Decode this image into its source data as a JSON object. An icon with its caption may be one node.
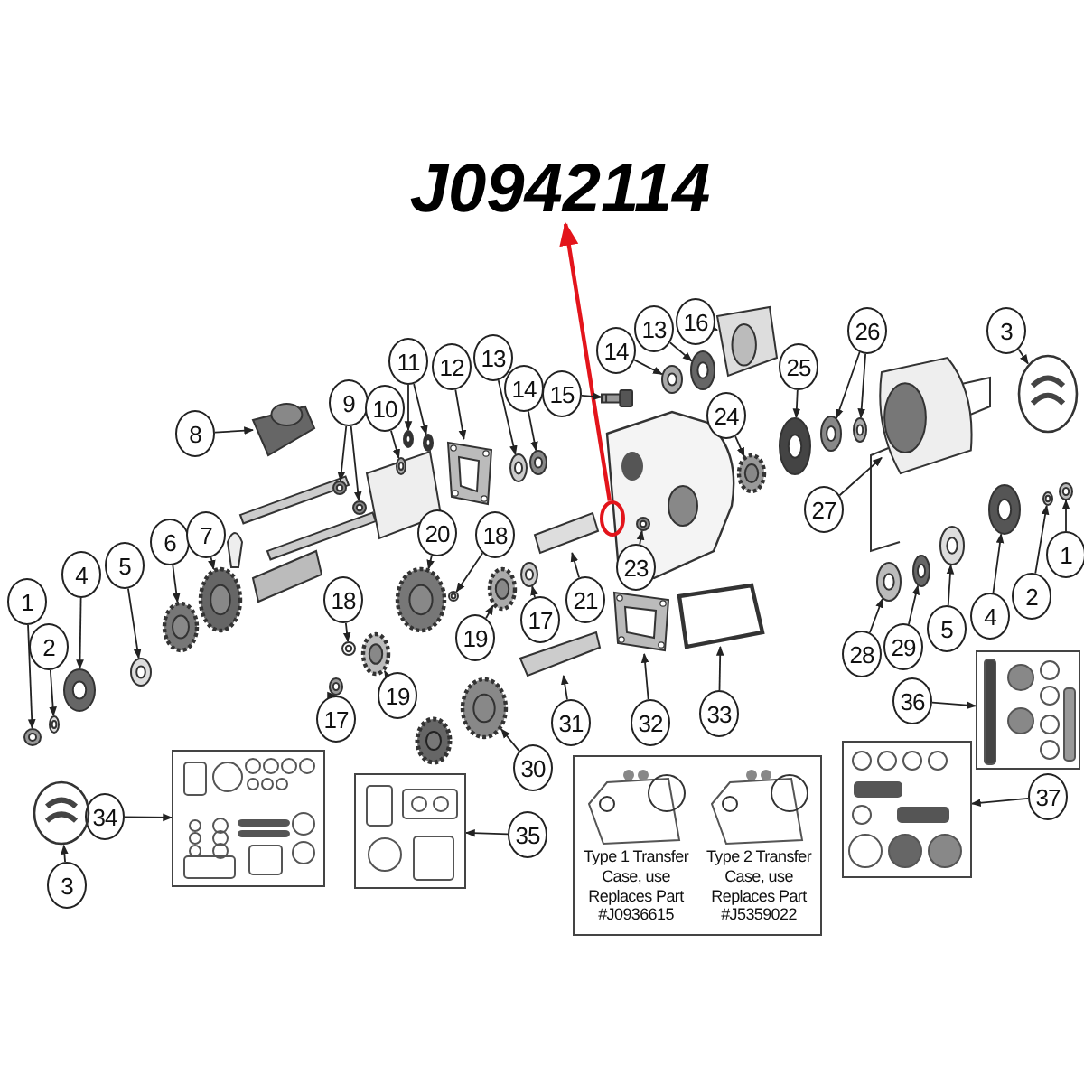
{
  "diagram": {
    "nodes": [
      {
        "text": [
          "J0942114"
        ]
      },
      {
        "text": [
          "1"
        ]
      },
      {
        "text": [
          "2"
        ]
      },
      {
        "text": [
          "4"
        ]
      },
      {
        "text": [
          "5"
        ]
      },
      {
        "text": [
          "6"
        ]
      },
      {
        "text": [
          "7"
        ]
      },
      {
        "text": [
          "8"
        ]
      },
      {
        "text": [
          "9"
        ]
      },
      {
        "text": [
          "10"
        ]
      },
      {
        "text": [
          "11"
        ]
      },
      {
        "text": [
          "12"
        ]
      },
      {
        "text": [
          "13"
        ]
      },
      {
        "text": [
          "14"
        ]
      },
      {
        "text": [
          "13"
        ]
      },
      {
        "text": [
          "16"
        ]
      },
      {
        "text": [
          "14"
        ]
      },
      {
        "text": [
          "15"
        ]
      },
      {
        "text": [
          "25"
        ]
      },
      {
        "text": [
          "26"
        ]
      },
      {
        "text": [
          "3"
        ]
      },
      {
        "text": [
          "24"
        ]
      },
      {
        "text": [
          "18"
        ]
      },
      {
        "text": [
          "20"
        ]
      },
      {
        "text": [
          "27"
        ]
      },
      {
        "text": [
          "23"
        ]
      },
      {
        "text": [
          "1"
        ]
      },
      {
        "text": [
          "2"
        ]
      },
      {
        "text": [
          "18"
        ]
      },
      {
        "text": [
          "21"
        ]
      },
      {
        "text": [
          "17"
        ]
      },
      {
        "text": [
          "4"
        ]
      },
      {
        "text": [
          "5"
        ]
      },
      {
        "text": [
          "19"
        ]
      },
      {
        "text": [
          "29"
        ]
      },
      {
        "text": [
          "28"
        ]
      },
      {
        "text": [
          "19"
        ]
      },
      {
        "text": [
          "36"
        ]
      },
      {
        "text": [
          "17"
        ]
      },
      {
        "text": [
          "31"
        ]
      },
      {
        "text": [
          "32"
        ]
      },
      {
        "text": [
          "33"
        ]
      },
      {
        "text": [
          "30"
        ]
      },
      {
        "text": [
          "37"
        ]
      },
      {
        "text": [
          "34"
        ]
      },
      {
        "text": [
          "35"
        ]
      },
      {
        "text": [
          "3"
        ]
      },
      {
        "text": [],
        "shape": "box"
      },
      {
        "text": [],
        "shape": "box"
      },
      {
        "text": [
          "Type 1 Transfer Case, use Replaces Part #J0936615",
          "Type 2 Transfer Case, use Replaces Part #J5359022"
        ]
      },
      {
        "text": [],
        "shape": "box"
      },
      {
        "text": [],
        "shape": "box"
      },
      {
        "text": [],
        "shape": "circle"
      },
      {
        "text": [],
        "shape": "picture"
      },
      {
        "text": [],
        "shape": "picture"
      },
      {
        "text": [],
        "shape": "picture"
      },
      {
        "text": [],
        "shape": "picture"
      },
      {
        "text": [],
        "shape": "picture"
      },
      {
        "text": [],
        "shape": "picture"
      },
      {
        "text": [],
        "shape": "picture"
      },
      {
        "text": [],
        "shape": "picture"
      },
      {
        "text": [],
        "shape": "picture"
      },
      {
        "text": [],
        "shape": "picture"
      },
      {
        "text": [],
        "shape": "picture"
      },
      {
        "text": [],
        "shape": "picture"
      },
      {
        "text": [],
        "shape": "picture"
      },
      {
        "text": [],
        "shape": "picture"
      },
      {
        "text": [],
        "shape": "picture"
      },
      {
        "text": [],
        "shape": "picture"
      },
      {
        "text": [],
        "shape": "picture"
      },
      {
        "text": [],
        "shape": "picture"
      },
      {
        "text": [],
        "shape": "picture"
      },
      {
        "text": [],
        "shape": "picture"
      },
      {
        "text": [],
        "shape": "picture"
      },
      {
        "text": [],
        "shape": "picture"
      },
      {
        "text": [],
        "shape": "picture"
      },
      {
        "text": [],
        "shape": "picture"
      },
      {
        "text": [],
        "shape": "picture"
      },
      {
        "text": [],
        "shape": "picture"
      },
      {
        "text": [],
        "shape": "picture"
      },
      {
        "text": [],
        "shape": "picture"
      },
      {
        "text": [],
        "shape": "picture"
      },
      {
        "text": [],
        "shape": "picture"
      },
      {
        "text": [],
        "shape": "picture"
      },
      {
        "text": [],
        "shape": "picture"
      },
      {
        "text": [],
        "shape": "picture"
      },
      {
        "text": [],
        "shape": "picture"
      },
      {
        "text": [],
        "shape": "picture"
      },
      {
        "text": [],
        "shape": "picture"
      },
      {
        "text": [],
        "shape": "picture"
      },
      {
        "text": [],
        "shape": "picture"
      },
      {
        "text": [],
        "shape": "picture"
      },
      {
        "text": [],
        "shape": "picture"
      },
      {
        "text": [],
        "shape": "picture"
      },
      {
        "text": [],
        "shape": "picture"
      },
      {
        "text": [],
        "shape": "picture"
      },
      {
        "text": [],
        "shape": "picture"
      },
      {
        "text": [],
        "shape": "picture"
      }
    ],
    "edges": [
      {
        "from": 52,
        "to": 0,
        "arrow": "to",
        "color": "#e3141b"
      },
      {
        "from": 1,
        "to": 53,
        "arrow": "to"
      },
      {
        "from": 2,
        "to": 54,
        "arrow": "to"
      },
      {
        "from": 3,
        "to": 55,
        "arrow": "to"
      },
      {
        "from": 4,
        "to": 56,
        "arrow": "to"
      },
      {
        "from": 5,
        "to": 57,
        "arrow": "to"
      },
      {
        "from": 6,
        "to": 58,
        "arrow": "to"
      },
      {
        "from": 7,
        "to": 59,
        "arrow": "to"
      },
      {
        "from": 8,
        "to": 60,
        "arrow": "to"
      },
      {
        "from": 8,
        "to": 61,
        "arrow": "to"
      },
      {
        "from": 9,
        "to": 62,
        "arrow": "to"
      },
      {
        "from": 10,
        "to": 63,
        "arrow": "to"
      },
      {
        "from": 10,
        "to": 64,
        "arrow": "to"
      },
      {
        "from": 11,
        "to": 65,
        "arrow": "to"
      },
      {
        "from": 12,
        "to": 66,
        "arrow": "to"
      },
      {
        "from": 13,
        "to": 67,
        "arrow": "to"
      },
      {
        "from": 14,
        "to": 68,
        "arrow": "to"
      },
      {
        "from": 15,
        "to": 69,
        "arrow": "to"
      },
      {
        "from": 16,
        "to": 70,
        "arrow": "to"
      },
      {
        "from": 17,
        "to": 71,
        "arrow": "to"
      },
      {
        "from": 18,
        "to": 72,
        "arrow": "to"
      },
      {
        "from": 19,
        "to": 73,
        "arrow": "to"
      },
      {
        "from": 19,
        "to": 74,
        "arrow": "to"
      },
      {
        "from": 20,
        "to": 75,
        "arrow": "to"
      },
      {
        "from": 21,
        "to": 76,
        "arrow": "to"
      },
      {
        "from": 22,
        "to": 77,
        "arrow": "to"
      },
      {
        "from": 23,
        "to": 78,
        "arrow": "to"
      },
      {
        "from": 24,
        "to": 79,
        "arrow": "to"
      },
      {
        "from": 25,
        "to": 80,
        "arrow": "to"
      },
      {
        "from": 26,
        "to": 81,
        "arrow": "to"
      },
      {
        "from": 27,
        "to": 82,
        "arrow": "to"
      },
      {
        "from": 28,
        "to": 83,
        "arrow": "to"
      },
      {
        "from": 29,
        "to": 84,
        "arrow": "to"
      },
      {
        "from": 30,
        "to": 85,
        "arrow": "to"
      },
      {
        "from": 31,
        "to": 86,
        "arrow": "to"
      },
      {
        "from": 32,
        "to": 87,
        "arrow": "to"
      },
      {
        "from": 33,
        "to": 88,
        "arrow": "to"
      },
      {
        "from": 34,
        "to": 89,
        "arrow": "to"
      },
      {
        "from": 35,
        "to": 90,
        "arrow": "to"
      },
      {
        "from": 36,
        "to": 91,
        "arrow": "to"
      },
      {
        "from": 37,
        "to": 50,
        "arrow": "to"
      },
      {
        "from": 38,
        "to": 92,
        "arrow": "to"
      },
      {
        "from": 39,
        "to": 93,
        "arrow": "to"
      },
      {
        "from": 40,
        "to": 94,
        "arrow": "to"
      },
      {
        "from": 41,
        "to": 95,
        "arrow": "to"
      },
      {
        "from": 42,
        "to": 96,
        "arrow": "to"
      },
      {
        "from": 43,
        "to": 51,
        "arrow": "to"
      },
      {
        "from": 44,
        "to": 47,
        "arrow": "to"
      },
      {
        "from": 45,
        "to": 48,
        "arrow": "to"
      },
      {
        "from": 46,
        "to": 97,
        "arrow": "to"
      }
    ]
  }
}
